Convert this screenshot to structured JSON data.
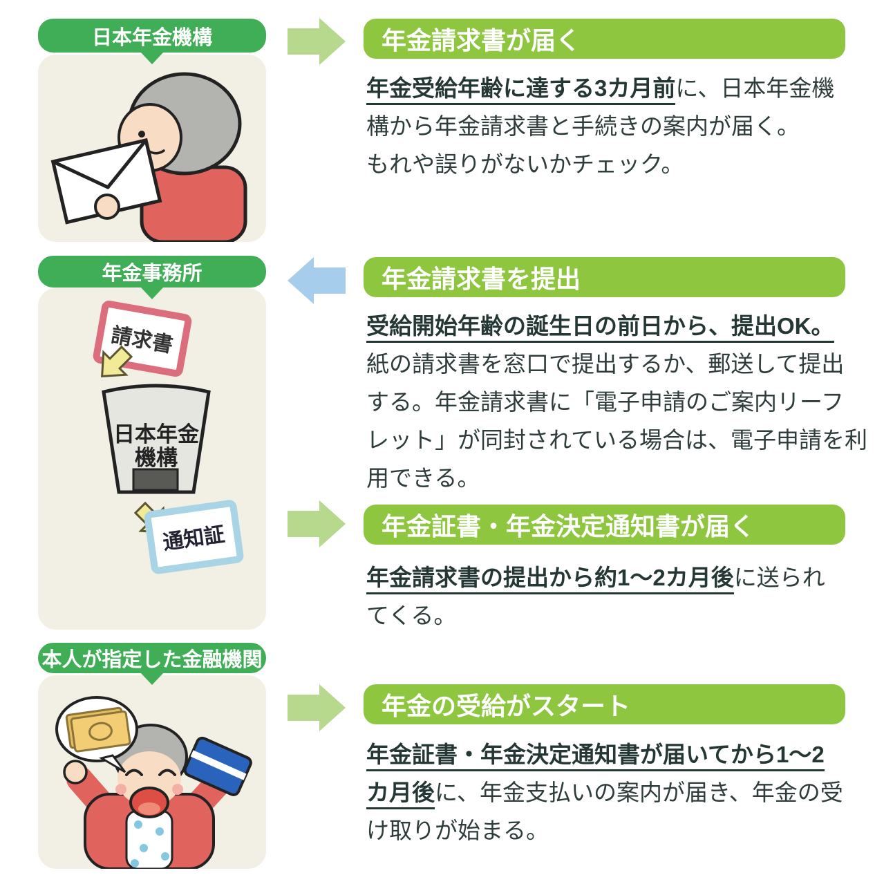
{
  "stations": [
    {
      "label": "日本年金機構"
    },
    {
      "label": "年金事務所",
      "request_card": "請求書",
      "postbox_line1": "日本年金",
      "postbox_line2": "機構",
      "notice_card": "通知証"
    },
    {
      "label": "本人が指定した金融機関"
    }
  ],
  "headings": [
    "年金請求書が届く",
    "年金請求書を提出",
    "年金証書・年金決定通知書が届く",
    "年金の受給がスタート"
  ],
  "bodies": [
    [
      [
        {
          "t": "年金受給年齢に達する3カ月前",
          "u": 1
        },
        {
          "t": "に、日本年金機",
          "u": 0
        }
      ],
      [
        {
          "t": "構から年金請求書と手続きの案内が届く。",
          "u": 0
        }
      ],
      [
        {
          "t": "もれや誤りがないかチェック。",
          "u": 0
        }
      ]
    ],
    [
      [
        {
          "t": "受給開始年齢の誕生日の前日から、提出OK。",
          "u": 1
        }
      ],
      [
        {
          "t": "紙の請求書を窓口で提出するか、郵送して提出",
          "u": 0
        }
      ],
      [
        {
          "t": "する。年金請求書に「電子申請のご案内リーフ",
          "u": 0
        }
      ],
      [
        {
          "t": "レット」が同封されている場合は、電子申請を利",
          "u": 0
        }
      ],
      [
        {
          "t": "用できる。",
          "u": 0
        }
      ]
    ],
    [
      [
        {
          "t": "年金請求書の提出から約1～2カ月後",
          "u": 1
        },
        {
          "t": "に送られ",
          "u": 0
        }
      ],
      [
        {
          "t": "てくる。",
          "u": 0
        }
      ]
    ],
    [
      [
        {
          "t": "年金証書・年金決定通知書が届いてから1～2",
          "u": 1
        }
      ],
      [
        {
          "t": "カ月後",
          "u": 1
        },
        {
          "t": "に、年金支払いの案内が届き、年金の受",
          "u": 0
        }
      ],
      [
        {
          "t": "け取りが始まる。",
          "u": 0
        }
      ]
    ]
  ],
  "arrows": [
    {
      "dir": "right",
      "color": "#b6d98e"
    },
    {
      "dir": "left",
      "color": "#a7cdec"
    },
    {
      "dir": "right",
      "color": "#b6d98e"
    },
    {
      "dir": "right",
      "color": "#b6d98e"
    }
  ],
  "colors": {
    "station_green": "#3fae57",
    "heading_green": "#8fc640",
    "arrow_green": "#b6d98e",
    "arrow_blue": "#a7cdec",
    "panel_beige": "#f2f0e4",
    "text_dark": "#2e3d3c",
    "sweater_red": "#e0635e",
    "card_red_border": "#db6d7c",
    "card_blue_border": "#a9d4e6",
    "bank_card_blue": "#2a63bb"
  }
}
